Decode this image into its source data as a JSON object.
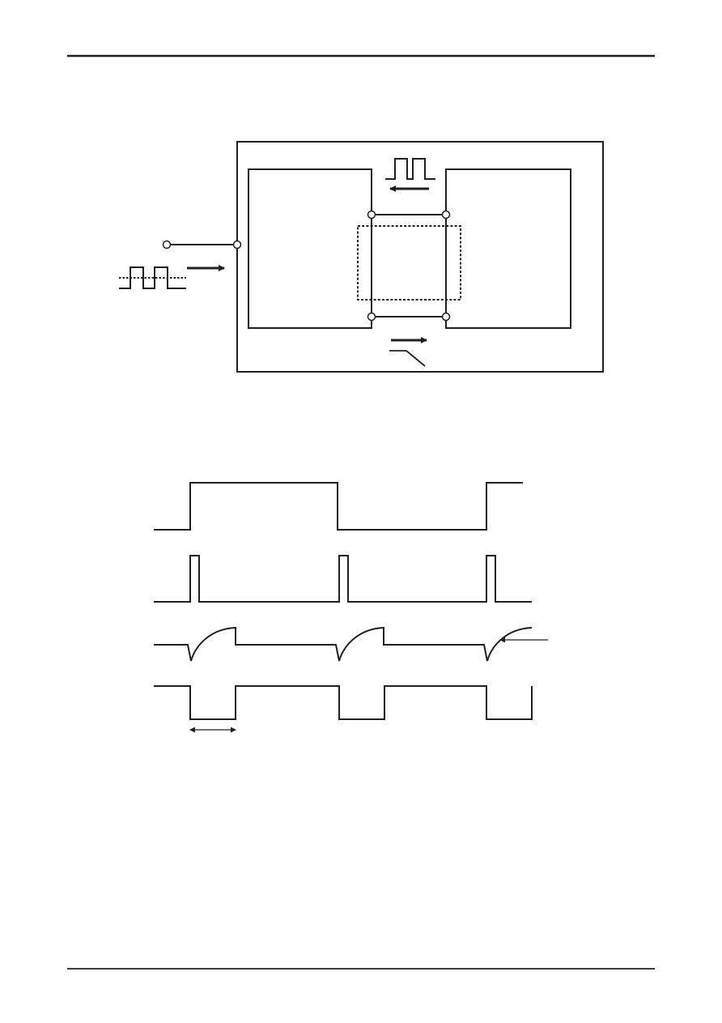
{
  "document": {
    "header_rule": true,
    "footer_rule": true
  },
  "figures": [
    {
      "kind": "block-diagram",
      "description_shown": false,
      "elements": [
        "outer-frame",
        "left-block",
        "right-block",
        "inner-bridge",
        "dashed-region",
        "input-terminal",
        "pulse-input-icon",
        "pulse-output-icon",
        "switch-symbol"
      ]
    },
    {
      "kind": "timing-diagram",
      "waveforms": [
        "square-wave",
        "trigger-pulses",
        "rc-charge-curve",
        "output-pulse"
      ],
      "annotations": [
        "curve-pointer-arrow",
        "pulse-width-arrow"
      ]
    }
  ],
  "colors": {
    "ink": "#231f20",
    "paper": "#ffffff"
  }
}
